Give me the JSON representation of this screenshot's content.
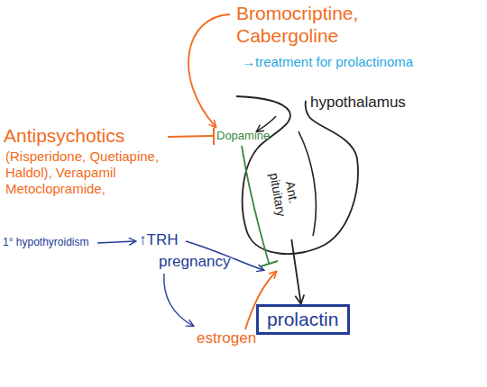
{
  "diagram": {
    "nodes": [
      {
        "text": [
          "Ant. pituitary"
        ]
      },
      {
        "text": [
          "prolactin"
        ]
      }
    ],
    "edges": [
      {
        "from": 0,
        "to": 1,
        "arrow": "to"
      }
    ],
    "labels": [
      "Bromocriptine, Cabergoline",
      "→treatment for prolactinoma",
      "hypothalamus",
      "Dopamine",
      "Antipsychotics",
      "(Risperidone, Quetiapine, Haldol), Verapamil Metoclopramide,",
      "1° hypothyroidism",
      "↑TRH",
      "pregnancy",
      "estrogen"
    ]
  }
}
